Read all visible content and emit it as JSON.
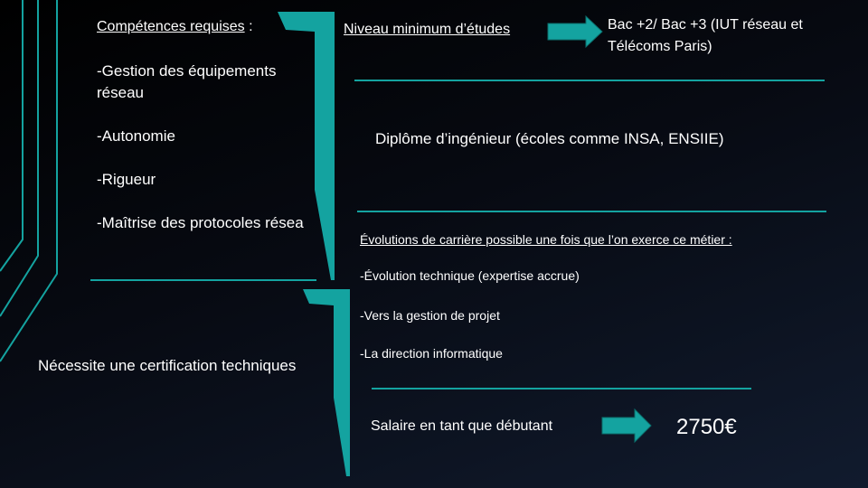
{
  "colors": {
    "accent": "#14a3a0",
    "background": "#070a12",
    "text": "#ffffff"
  },
  "skills": {
    "heading": "Compétences requises",
    "heading_suffix": " :",
    "items": [
      "-Gestion des équipements",
      "réseau",
      "-Autonomie",
      "-Rigueur",
      "-Maîtrise des protocoles résea"
    ]
  },
  "certification": "Nécessite une certification techniques",
  "education": {
    "heading": "Niveau minimum d’études",
    "value_line1": "Bac +2/ Bac +3 (IUT réseau et",
    "value_line2": "Télécoms Paris)",
    "diploma": "Diplôme d’ingénieur (écoles comme INSA, ENSIIE)"
  },
  "career": {
    "heading": "Évolutions de carrière possible une fois que l’on exerce ce métier :",
    "items": [
      "-Évolution technique (expertise accrue)",
      "-Vers la gestion de projet",
      "-La direction informatique"
    ]
  },
  "salary": {
    "label": "Salaire en tant que débutant",
    "value": "2750€"
  }
}
